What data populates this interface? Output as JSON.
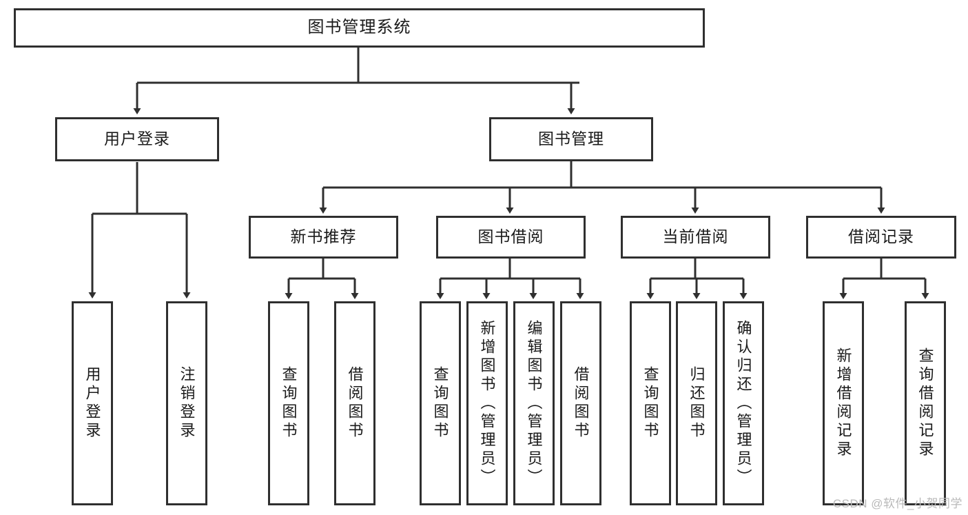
{
  "diagram": {
    "type": "tree",
    "title": "图书管理系统",
    "orientation": "top-down",
    "root": {
      "id": "root",
      "label": "图书管理系统"
    },
    "level1": [
      {
        "id": "user-login",
        "label": "用户登录"
      },
      {
        "id": "book-manage",
        "label": "图书管理"
      }
    ],
    "level2": [
      {
        "id": "new-book-recommend",
        "label": "新书推荐",
        "parent": "book-manage"
      },
      {
        "id": "book-borrow",
        "label": "图书借阅",
        "parent": "book-manage"
      },
      {
        "id": "current-borrow",
        "label": "当前借阅",
        "parent": "book-manage"
      },
      {
        "id": "borrow-record",
        "label": "借阅记录",
        "parent": "book-manage"
      }
    ],
    "leaves": [
      {
        "id": "leaf-user-login",
        "label": "用户登录",
        "parent": "user-login"
      },
      {
        "id": "leaf-user-logout",
        "label": "注销登录",
        "parent": "user-login"
      },
      {
        "id": "leaf-query-book-1",
        "label": "查询图书",
        "parent": "new-book-recommend"
      },
      {
        "id": "leaf-borrow-book-1",
        "label": "借阅图书",
        "parent": "new-book-recommend"
      },
      {
        "id": "leaf-query-book-2",
        "label": "查询图书",
        "parent": "book-borrow"
      },
      {
        "id": "leaf-add-book",
        "label": "新增图书（管理员）",
        "parent": "book-borrow"
      },
      {
        "id": "leaf-edit-book",
        "label": "编辑图书（管理员）",
        "parent": "book-borrow"
      },
      {
        "id": "leaf-borrow-book-2",
        "label": "借阅图书",
        "parent": "book-borrow"
      },
      {
        "id": "leaf-query-book-3",
        "label": "查询图书",
        "parent": "current-borrow"
      },
      {
        "id": "leaf-return-book",
        "label": "归还图书",
        "parent": "current-borrow"
      },
      {
        "id": "leaf-confirm-return",
        "label": "确认归还（管理员）",
        "parent": "current-borrow"
      },
      {
        "id": "leaf-add-record",
        "label": "新增借阅记录",
        "parent": "borrow-record"
      },
      {
        "id": "leaf-query-record",
        "label": "查询借阅记录",
        "parent": "borrow-record"
      }
    ]
  },
  "colors": {
    "border": "#2f2f2f",
    "background": "#ffffff",
    "text": "#1a1a1a",
    "watermark": "#b9b9b9"
  },
  "watermark": {
    "text": "CSDN @软件_小贺同学"
  }
}
